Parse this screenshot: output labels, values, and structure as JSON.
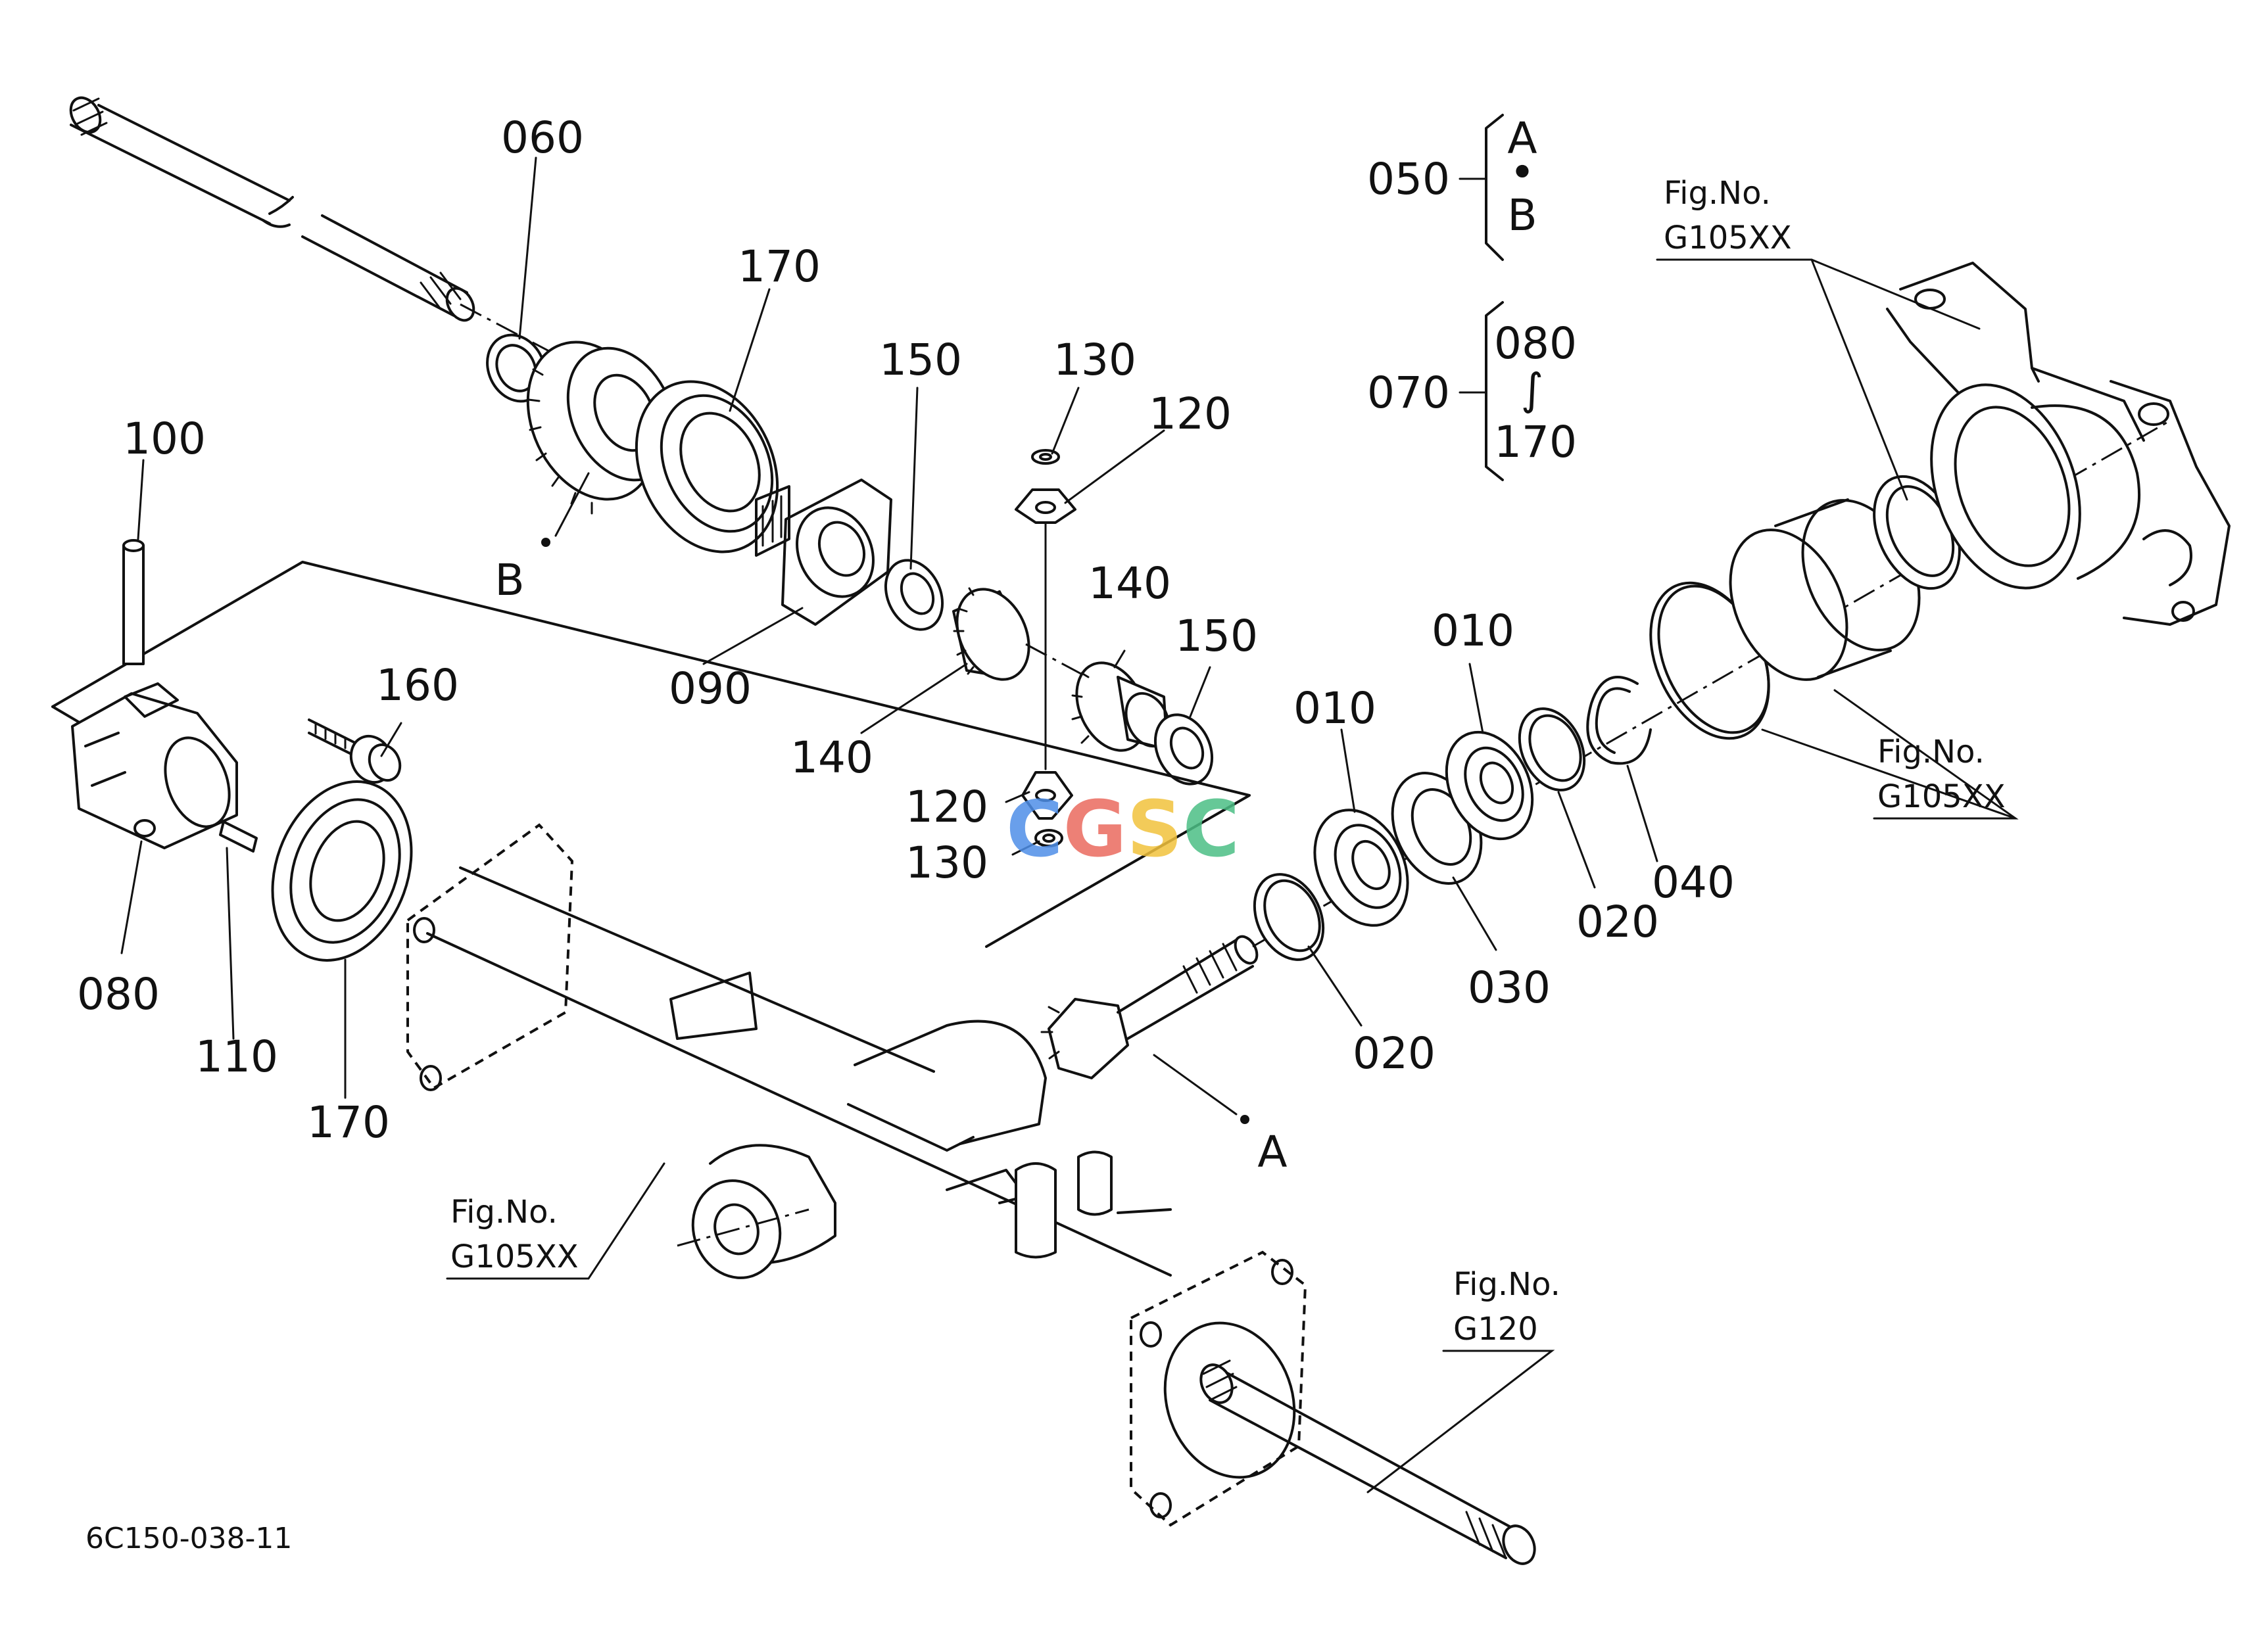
{
  "labels": {
    "p060": "060",
    "p170_top": "170",
    "p150_top": "150",
    "p130_top": "130",
    "p120_top": "120",
    "p100": "100",
    "p160": "160",
    "p090": "090",
    "p140_left": "140",
    "p140_right": "140",
    "p150_right": "150",
    "p120_bottom": "120",
    "p130_bottom": "130",
    "p080": "080",
    "p110": "110",
    "p170_bottom": "170",
    "p010_left": "010",
    "p010_right": "010",
    "p020_left": "020",
    "p020_right": "020",
    "p030": "030",
    "p040": "040",
    "ref_a": "A",
    "ref_b": "B"
  },
  "groups": {
    "g050": {
      "number": "050",
      "from": "A",
      "sep": "•",
      "to": "B"
    },
    "g070": {
      "number": "070",
      "from": "080",
      "sep": "∫",
      "to": "170"
    }
  },
  "figrefs": {
    "top_right": {
      "caption": "Fig.No.",
      "code": "G105XX"
    },
    "mid_right": {
      "caption": "Fig.No.",
      "code": "G105XX"
    },
    "bottom_left": {
      "caption": "Fig.No.",
      "code": "G105XX"
    },
    "bottom_right": {
      "caption": "Fig.No.",
      "code": "G120"
    }
  },
  "drawing_code": "6C150-038-11",
  "watermark": {
    "text": "CGSC",
    "colors": [
      "#4f8fe8",
      "#ea6a5f",
      "#f2c23d",
      "#4cbf86"
    ]
  }
}
